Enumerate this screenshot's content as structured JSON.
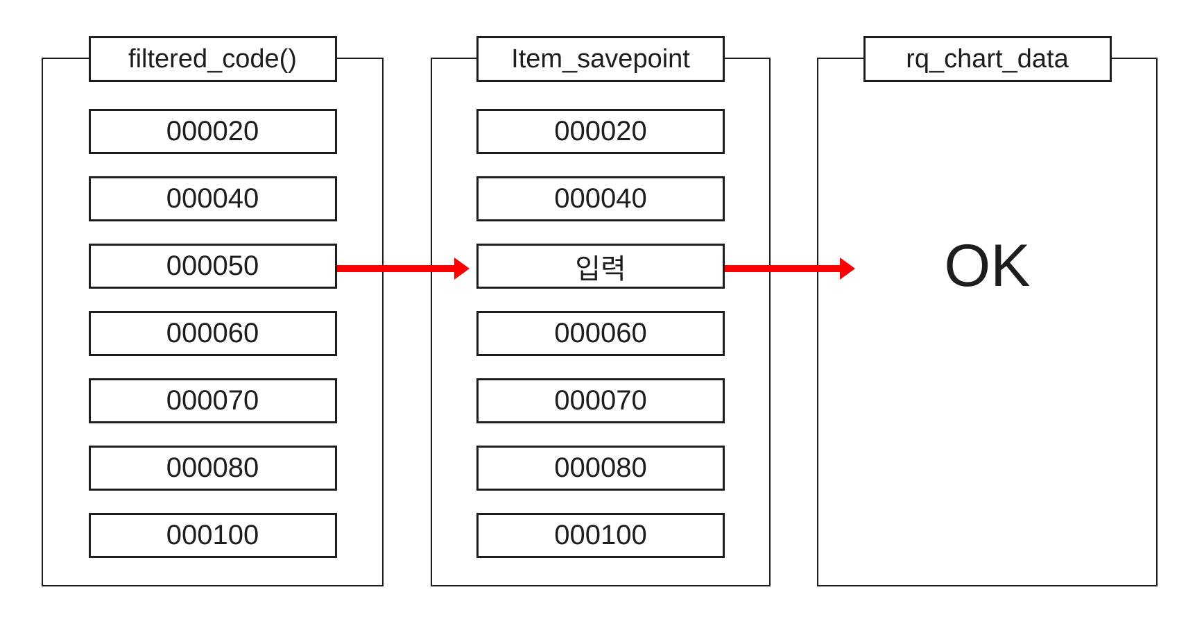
{
  "diagram": {
    "columns": [
      {
        "title": "filtered_code()",
        "rows": [
          "000020",
          "000040",
          "000050",
          "000060",
          "000070",
          "000080",
          "000100"
        ]
      },
      {
        "title": "Item_savepoint",
        "rows": [
          "000020",
          "000040",
          "입력",
          "000060",
          "000070",
          "000080",
          "000100"
        ]
      },
      {
        "title": "rq_chart_data",
        "rows": [],
        "big_label": "OK"
      }
    ],
    "arrows": [
      {
        "from": "filtered_code() / 000050",
        "to": "Item_savepoint / 입력",
        "direction": "right",
        "color": "#ff0000"
      },
      {
        "from": "Item_savepoint / 입력",
        "to": "rq_chart_data",
        "direction": "right",
        "color": "#ff0000"
      }
    ],
    "colors": {
      "background": "#ffffff",
      "line": "#1d1d1d",
      "text": "#1d1d1d",
      "arrow": "#ff0000"
    }
  }
}
